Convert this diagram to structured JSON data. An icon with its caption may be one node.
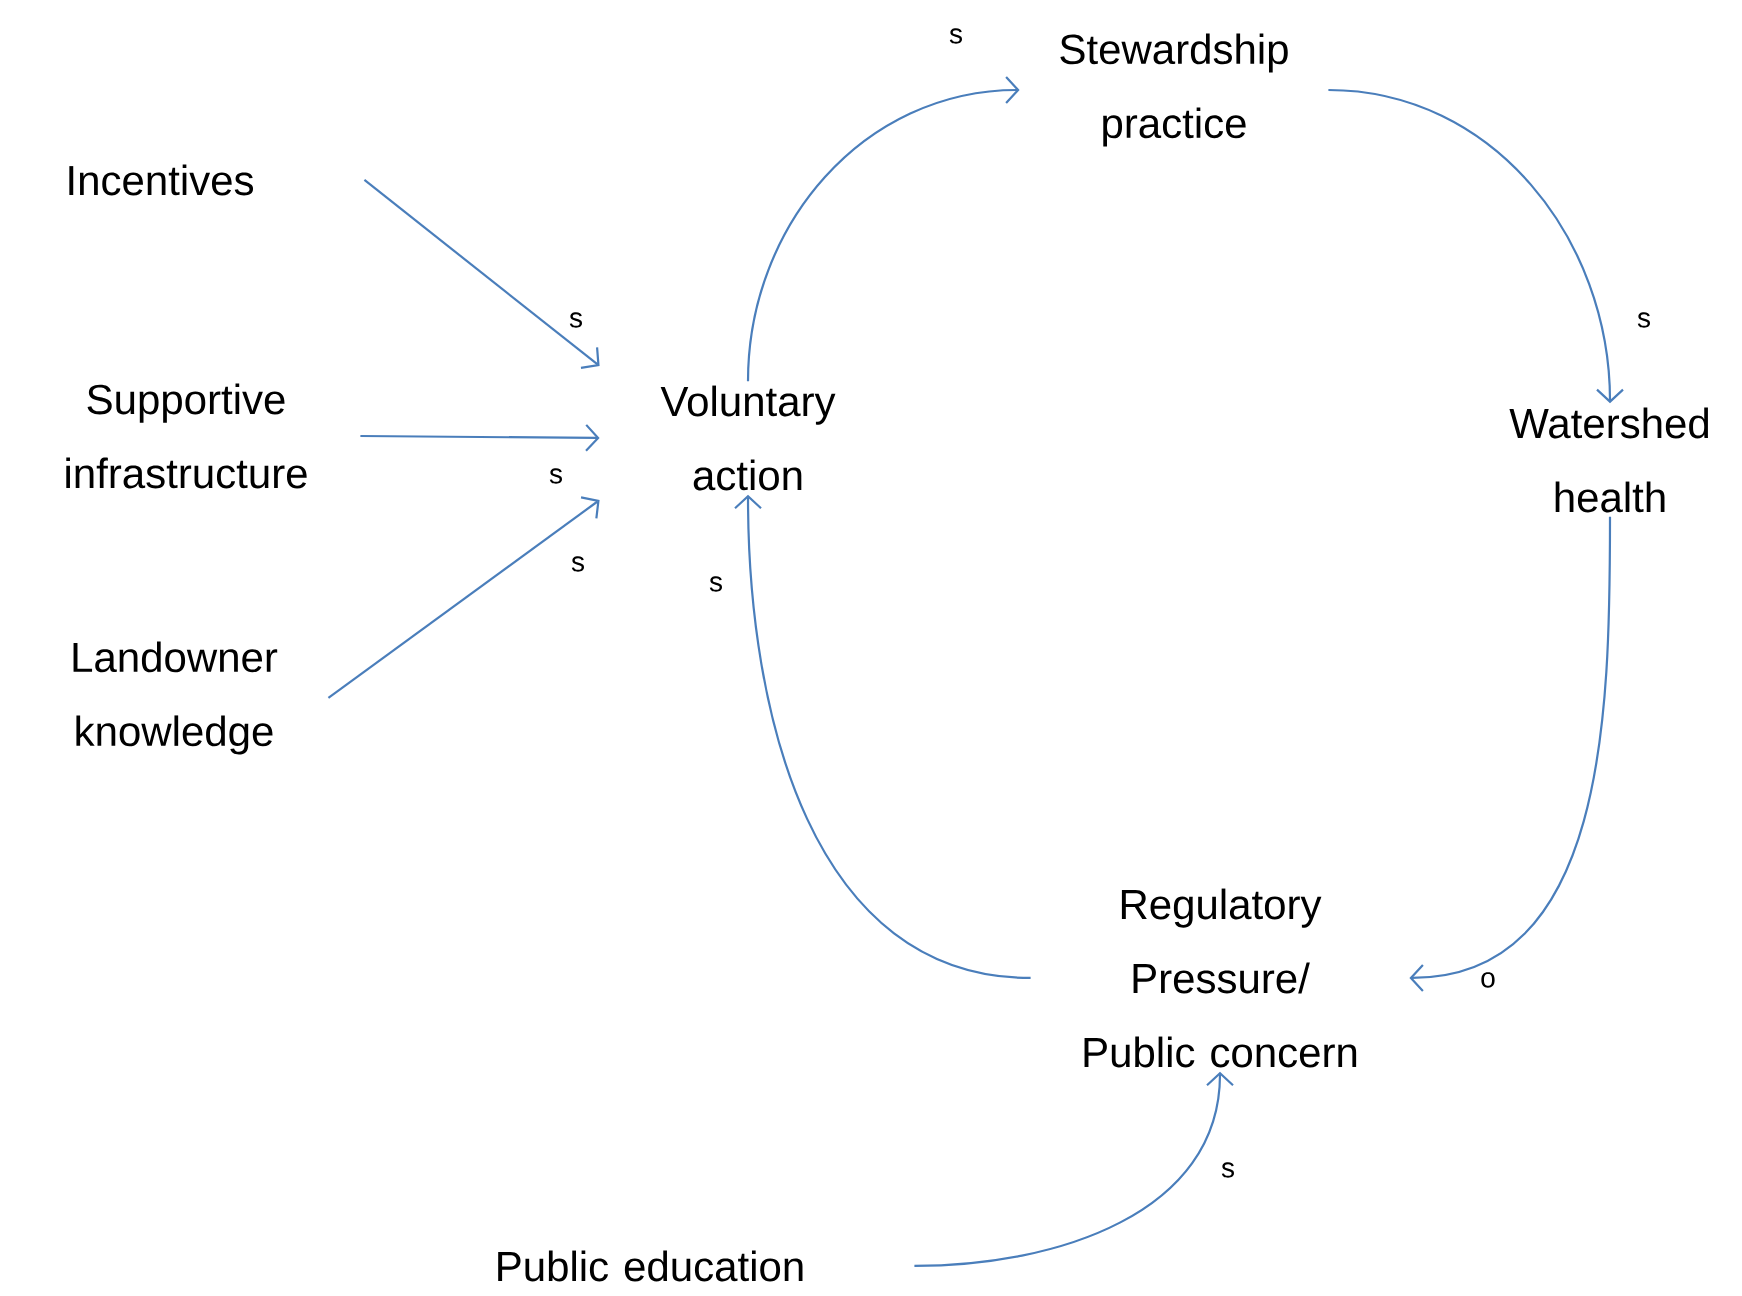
{
  "diagram": {
    "nodes": [
      {
        "text": [
          "Incentives"
        ]
      },
      {
        "text": [
          "Supportive infrastructure"
        ]
      },
      {
        "text": [
          "Landowner knowledge"
        ]
      },
      {
        "text": [
          "Voluntary action"
        ]
      },
      {
        "text": [
          "Stewardship practice"
        ]
      },
      {
        "text": [
          "Watershed health"
        ]
      },
      {
        "text": [
          "Regulatory Pressure/ Public concern"
        ]
      },
      {
        "text": [
          "Public education"
        ]
      }
    ],
    "edges": [
      {
        "from": 0,
        "to": 3,
        "arrow": "to",
        "label": "s"
      },
      {
        "from": 1,
        "to": 3,
        "arrow": "to",
        "label": "s"
      },
      {
        "from": 2,
        "to": 3,
        "arrow": "to",
        "label": "s"
      },
      {
        "from": 3,
        "to": 4,
        "arrow": "to",
        "label": "s"
      },
      {
        "from": 4,
        "to": 5,
        "arrow": "to",
        "label": "s"
      },
      {
        "from": 5,
        "to": 6,
        "arrow": "to",
        "label": "o"
      },
      {
        "from": 6,
        "to": 3,
        "arrow": "to",
        "label": "s"
      },
      {
        "from": 7,
        "to": 6,
        "arrow": "to",
        "label": "s"
      }
    ]
  }
}
